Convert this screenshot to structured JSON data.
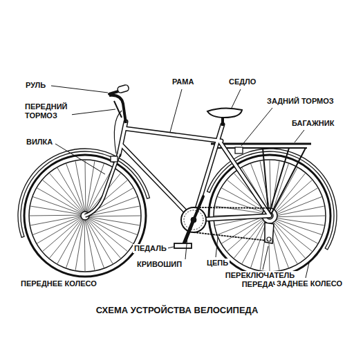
{
  "diagram": {
    "title": "СХЕМА УСТРОЙСТВА ВЕЛОСИПЕДА",
    "labels": [
      "РУЛЬ",
      "РАМА",
      "СЕДЛО",
      "ПЕРЕДНИЙ ТОРМОЗ",
      "ЗАДНИЙ ТОРМОЗ",
      "БАГАЖНИК",
      "ВИЛКА",
      "ПЕДАЛЬ",
      "КРИВОШИП",
      "ЦЕПЬ",
      "ПЕРЕКЛЮЧАТЕЛЬ ПЕРЕДАЧ",
      "ПЕРЕДНЕЕ КОЛЕСО",
      "ЗАДНЕЕ КОЛЕСО"
    ]
  }
}
